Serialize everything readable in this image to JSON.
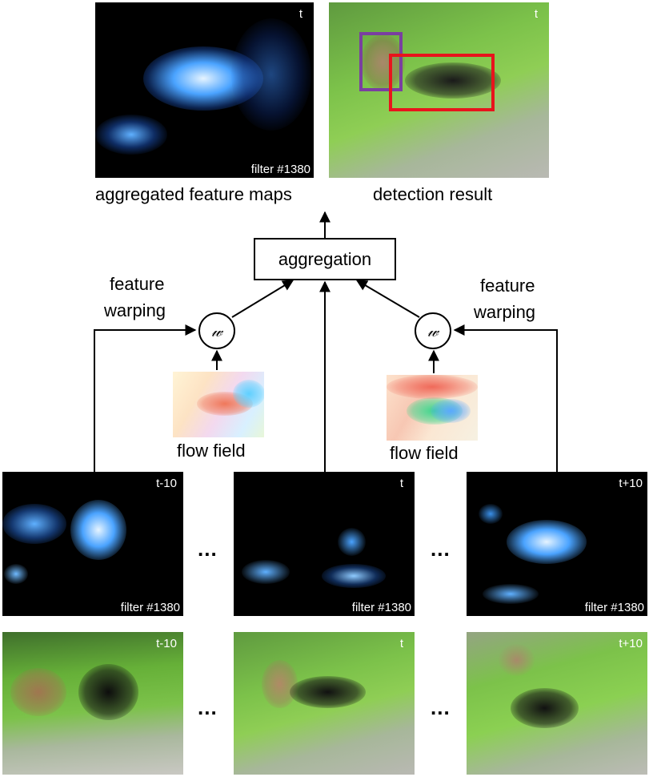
{
  "top": {
    "feature_caption": "aggregated feature maps",
    "detection_caption": "detection result",
    "feature_time": "t",
    "detection_time": "t",
    "filter_label": "filter #1380"
  },
  "aggregation_label": "aggregation",
  "warp_symbol": "𝓌",
  "left_branch": {
    "warp_label_line1": "feature",
    "warp_label_line2": "warping",
    "flow_caption": "flow field"
  },
  "right_branch": {
    "warp_label_line1": "feature",
    "warp_label_line2": "warping",
    "flow_caption": "flow field"
  },
  "feature_row": [
    {
      "time": "t-10",
      "filter": "filter #1380"
    },
    {
      "time": "t",
      "filter": "filter #1380"
    },
    {
      "time": "t+10",
      "filter": "filter #1380"
    }
  ],
  "frame_row": [
    {
      "time": "t-10"
    },
    {
      "time": "t"
    },
    {
      "time": "t+10"
    }
  ],
  "ellipsis": "...",
  "colors": {
    "feature_glow": "#4aa3ff",
    "grass": "#6fbf3a",
    "box_red": "#e8141c",
    "box_purple": "#7a3fa0"
  }
}
